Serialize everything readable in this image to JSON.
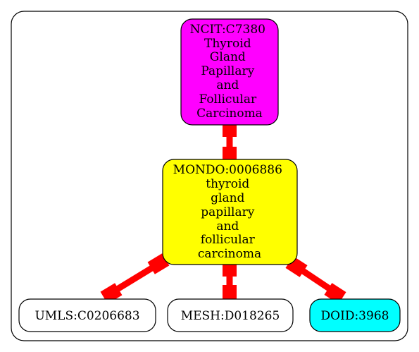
{
  "nodes": {
    "ncit": {
      "lines": [
        "NCIT:C7380",
        "Thyroid",
        "Gland",
        "Papillary",
        "and",
        "Follicular",
        "Carcinoma"
      ],
      "fill": "#ff00ff"
    },
    "mondo": {
      "lines": [
        "MONDO:0006886",
        "thyroid",
        "gland",
        "papillary",
        "and",
        "follicular",
        "carcinoma"
      ],
      "fill": "#ffff00"
    },
    "umls": {
      "lines": [
        "UMLS:C0206683"
      ],
      "fill": "#ffffff"
    },
    "mesh": {
      "lines": [
        "MESH:D018265"
      ],
      "fill": "#ffffff"
    },
    "doid": {
      "lines": [
        "DOID:3968"
      ],
      "fill": "#00ffff"
    }
  },
  "colors": {
    "edge": "#ff0000",
    "border": "#000000",
    "cluster_border": "#000000"
  }
}
